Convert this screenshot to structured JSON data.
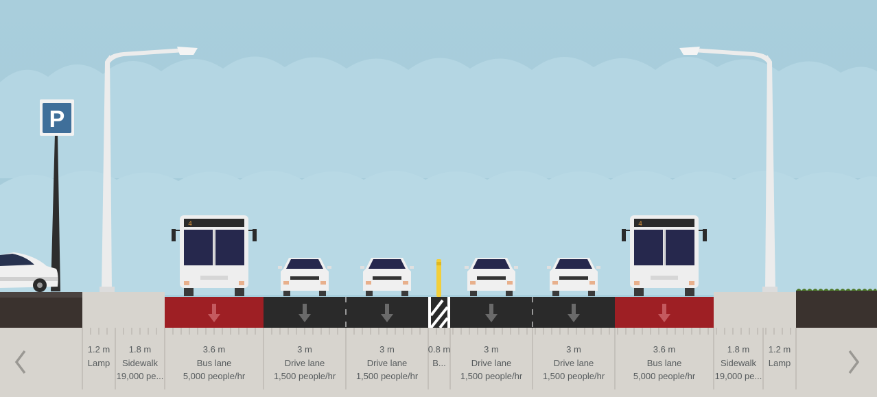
{
  "street": {
    "segments": [
      {
        "id": "lamp-left",
        "width_label": "1.2 m",
        "name": "Lamp",
        "capacity": ""
      },
      {
        "id": "sidewalk-left",
        "width_label": "1.8 m",
        "name": "Sidewalk",
        "capacity": "19,000 pe..."
      },
      {
        "id": "bus-lane-left",
        "width_label": "3.6 m",
        "name": "Bus lane",
        "capacity": "5,000 people/hr"
      },
      {
        "id": "drive-lane-1",
        "width_label": "3 m",
        "name": "Drive lane",
        "capacity": "1,500 people/hr"
      },
      {
        "id": "drive-lane-2",
        "width_label": "3 m",
        "name": "Drive lane",
        "capacity": "1,500 people/hr"
      },
      {
        "id": "buffer",
        "width_label": "0.8 m",
        "name": "B...",
        "capacity": ""
      },
      {
        "id": "drive-lane-3",
        "width_label": "3 m",
        "name": "Drive lane",
        "capacity": "1,500 people/hr"
      },
      {
        "id": "drive-lane-4",
        "width_label": "3 m",
        "name": "Drive lane",
        "capacity": "1,500 people/hr"
      },
      {
        "id": "bus-lane-right",
        "width_label": "3.6 m",
        "name": "Bus lane",
        "capacity": "5,000 people/hr"
      },
      {
        "id": "sidewalk-right",
        "width_label": "1.8 m",
        "name": "Sidewalk",
        "capacity": "19,000 pe..."
      },
      {
        "id": "lamp-right",
        "width_label": "1.2 m",
        "name": "Lamp",
        "capacity": ""
      }
    ],
    "parking_sign": "P",
    "bus_route": "4"
  },
  "colors": {
    "sky": "#a8cfdd",
    "asphalt": "#2a2a2a",
    "bus_lane": "#9e1f24",
    "sidewalk": "#d7d4ce",
    "ground": "#3a322e",
    "info_panel": "#d7d4ce"
  },
  "nav": {
    "prev": "chevron-left-icon",
    "next": "chevron-right-icon"
  }
}
